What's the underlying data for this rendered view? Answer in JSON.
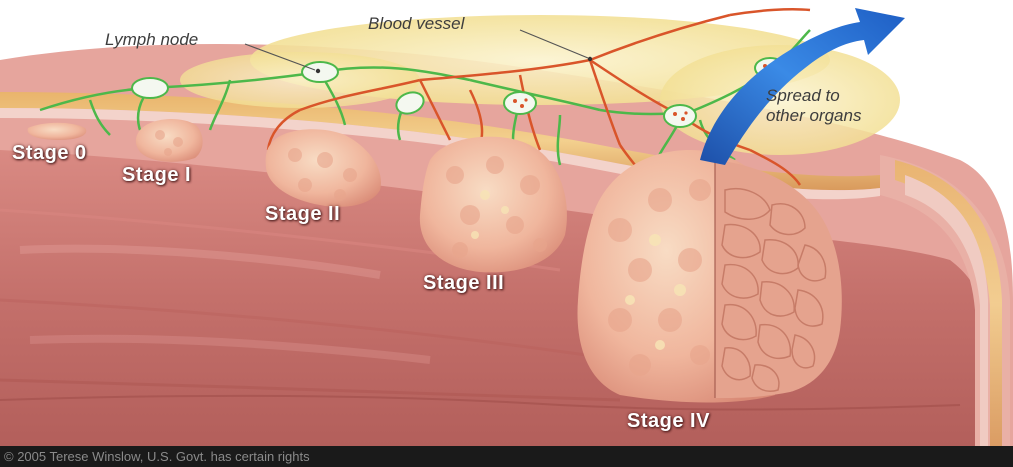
{
  "labels": {
    "lymph_node": "Lymph node",
    "blood_vessel": "Blood vessel",
    "spread_line1": "Spread to",
    "spread_line2": "other organs",
    "stages": [
      "Stage 0",
      "Stage I",
      "Stage II",
      "Stage III",
      "Stage IV"
    ]
  },
  "copyright": "© 2005 Terese Winslow, U.S. Govt. has certain rights",
  "colors": {
    "tissue": "#e8a09a",
    "lumen": "#c9736e",
    "tumor": "#f2b8a2",
    "lymph_vessel": "#4db84a",
    "blood_vessel": "#d9552a",
    "fat": "#f4e7a8",
    "arrow": "#2b73d6"
  }
}
